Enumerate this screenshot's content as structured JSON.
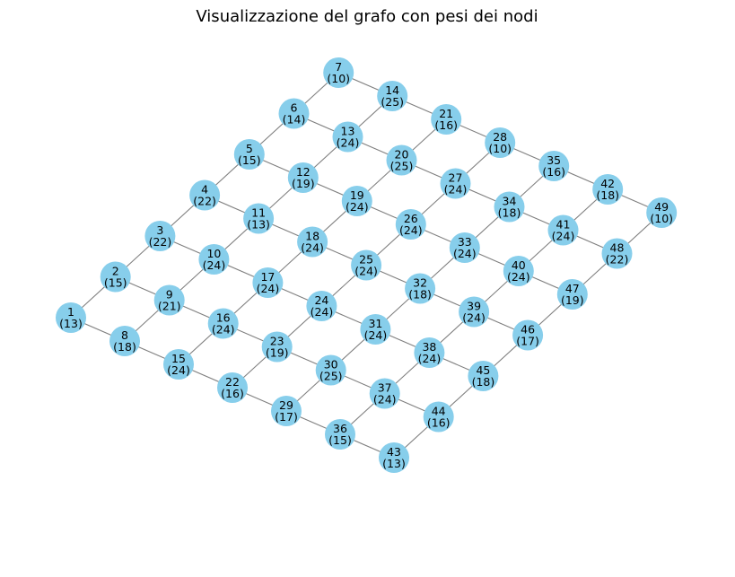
{
  "title": "Visualizzazione del grafo con pesi dei nodi",
  "colors": {
    "node_fill": "#87ceeb",
    "edge": "#808080",
    "text": "#000000",
    "background": "#ffffff"
  },
  "grid": {
    "rows": 7,
    "cols": 7
  },
  "nodes": [
    {
      "id": 1,
      "weight": "(13)"
    },
    {
      "id": 2,
      "weight": "(15)"
    },
    {
      "id": 3,
      "weight": "(22)"
    },
    {
      "id": 4,
      "weight": "(22)"
    },
    {
      "id": 5,
      "weight": "(15)"
    },
    {
      "id": 6,
      "weight": "(14)"
    },
    {
      "id": 7,
      "weight": "(10)"
    },
    {
      "id": 8,
      "weight": "(18)"
    },
    {
      "id": 9,
      "weight": "(21)"
    },
    {
      "id": 10,
      "weight": "(24)"
    },
    {
      "id": 11,
      "weight": "(13)"
    },
    {
      "id": 12,
      "weight": "(19)"
    },
    {
      "id": 13,
      "weight": "(24)"
    },
    {
      "id": 14,
      "weight": "(25)"
    },
    {
      "id": 15,
      "weight": "(24)"
    },
    {
      "id": 16,
      "weight": "(24)"
    },
    {
      "id": 17,
      "weight": "(24)"
    },
    {
      "id": 18,
      "weight": "(24)"
    },
    {
      "id": 19,
      "weight": "(24)"
    },
    {
      "id": 20,
      "weight": "(25)"
    },
    {
      "id": 21,
      "weight": "(16)"
    },
    {
      "id": 22,
      "weight": "(16)"
    },
    {
      "id": 23,
      "weight": "(19)"
    },
    {
      "id": 24,
      "weight": "(24)"
    },
    {
      "id": 25,
      "weight": "(24)"
    },
    {
      "id": 26,
      "weight": "(24)"
    },
    {
      "id": 27,
      "weight": "(24)"
    },
    {
      "id": 28,
      "weight": "(10)"
    },
    {
      "id": 29,
      "weight": "(17)"
    },
    {
      "id": 30,
      "weight": "(25)"
    },
    {
      "id": 31,
      "weight": "(24)"
    },
    {
      "id": 32,
      "weight": "(18)"
    },
    {
      "id": 33,
      "weight": "(24)"
    },
    {
      "id": 34,
      "weight": "(18)"
    },
    {
      "id": 35,
      "weight": "(16)"
    },
    {
      "id": 36,
      "weight": "(15)"
    },
    {
      "id": 37,
      "weight": "(24)"
    },
    {
      "id": 38,
      "weight": "(24)"
    },
    {
      "id": 39,
      "weight": "(24)"
    },
    {
      "id": 40,
      "weight": "(24)"
    },
    {
      "id": 41,
      "weight": "(24)"
    },
    {
      "id": 42,
      "weight": "(18)"
    },
    {
      "id": 43,
      "weight": "(13)"
    },
    {
      "id": 44,
      "weight": "(16)"
    },
    {
      "id": 45,
      "weight": "(18)"
    },
    {
      "id": 46,
      "weight": "(17)"
    },
    {
      "id": 47,
      "weight": "(19)"
    },
    {
      "id": 48,
      "weight": "(22)"
    },
    {
      "id": 49,
      "weight": "(10)"
    }
  ]
}
